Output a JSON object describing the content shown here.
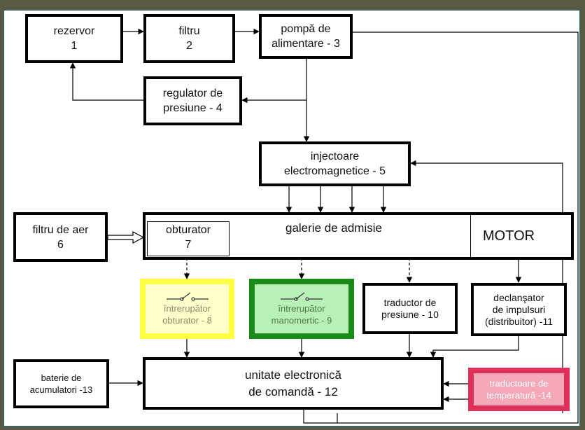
{
  "blocks": {
    "rezervor": {
      "line1": "rezervor",
      "line2": "1"
    },
    "filtru": {
      "line1": "filtru",
      "line2": "2"
    },
    "pompa": {
      "line1": "pompă de",
      "line2": "alimentare - 3"
    },
    "regulator": {
      "line1": "regulator de",
      "line2": "presiune - 4"
    },
    "injectoare": {
      "line1": "injectoare",
      "line2": "electromagnetice - 5"
    },
    "filtru_aer": {
      "line1": "filtru de aer",
      "line2": "6"
    },
    "obturator": {
      "line1": "obturator",
      "line2": "7"
    },
    "galerie": {
      "label": "galerie de admisie"
    },
    "motor": {
      "label": "MOTOR"
    },
    "intrerupator_obturator": {
      "line1": "întrerupător",
      "line2": "obturator - 8",
      "color": "#ffff44"
    },
    "intrerupator_manometric": {
      "line1": "întrerupător",
      "line2": "manomertic - 9",
      "color": "#1a8a1a"
    },
    "traductor_presiune": {
      "line1": "traductor de",
      "line2": "presiune - 10"
    },
    "declansator": {
      "line1": "declanşator",
      "line2": "de impulsuri",
      "line3": "(distribuitor) -11"
    },
    "baterie": {
      "line1": "baterie de",
      "line2": "acumulatori -13"
    },
    "unitate": {
      "line1": "unitate electronică",
      "line2": "de comandă  -  12"
    },
    "traductoare_temp": {
      "line1": "traductoare de",
      "line2": "temperatură -14",
      "color": "#e0305a"
    }
  }
}
